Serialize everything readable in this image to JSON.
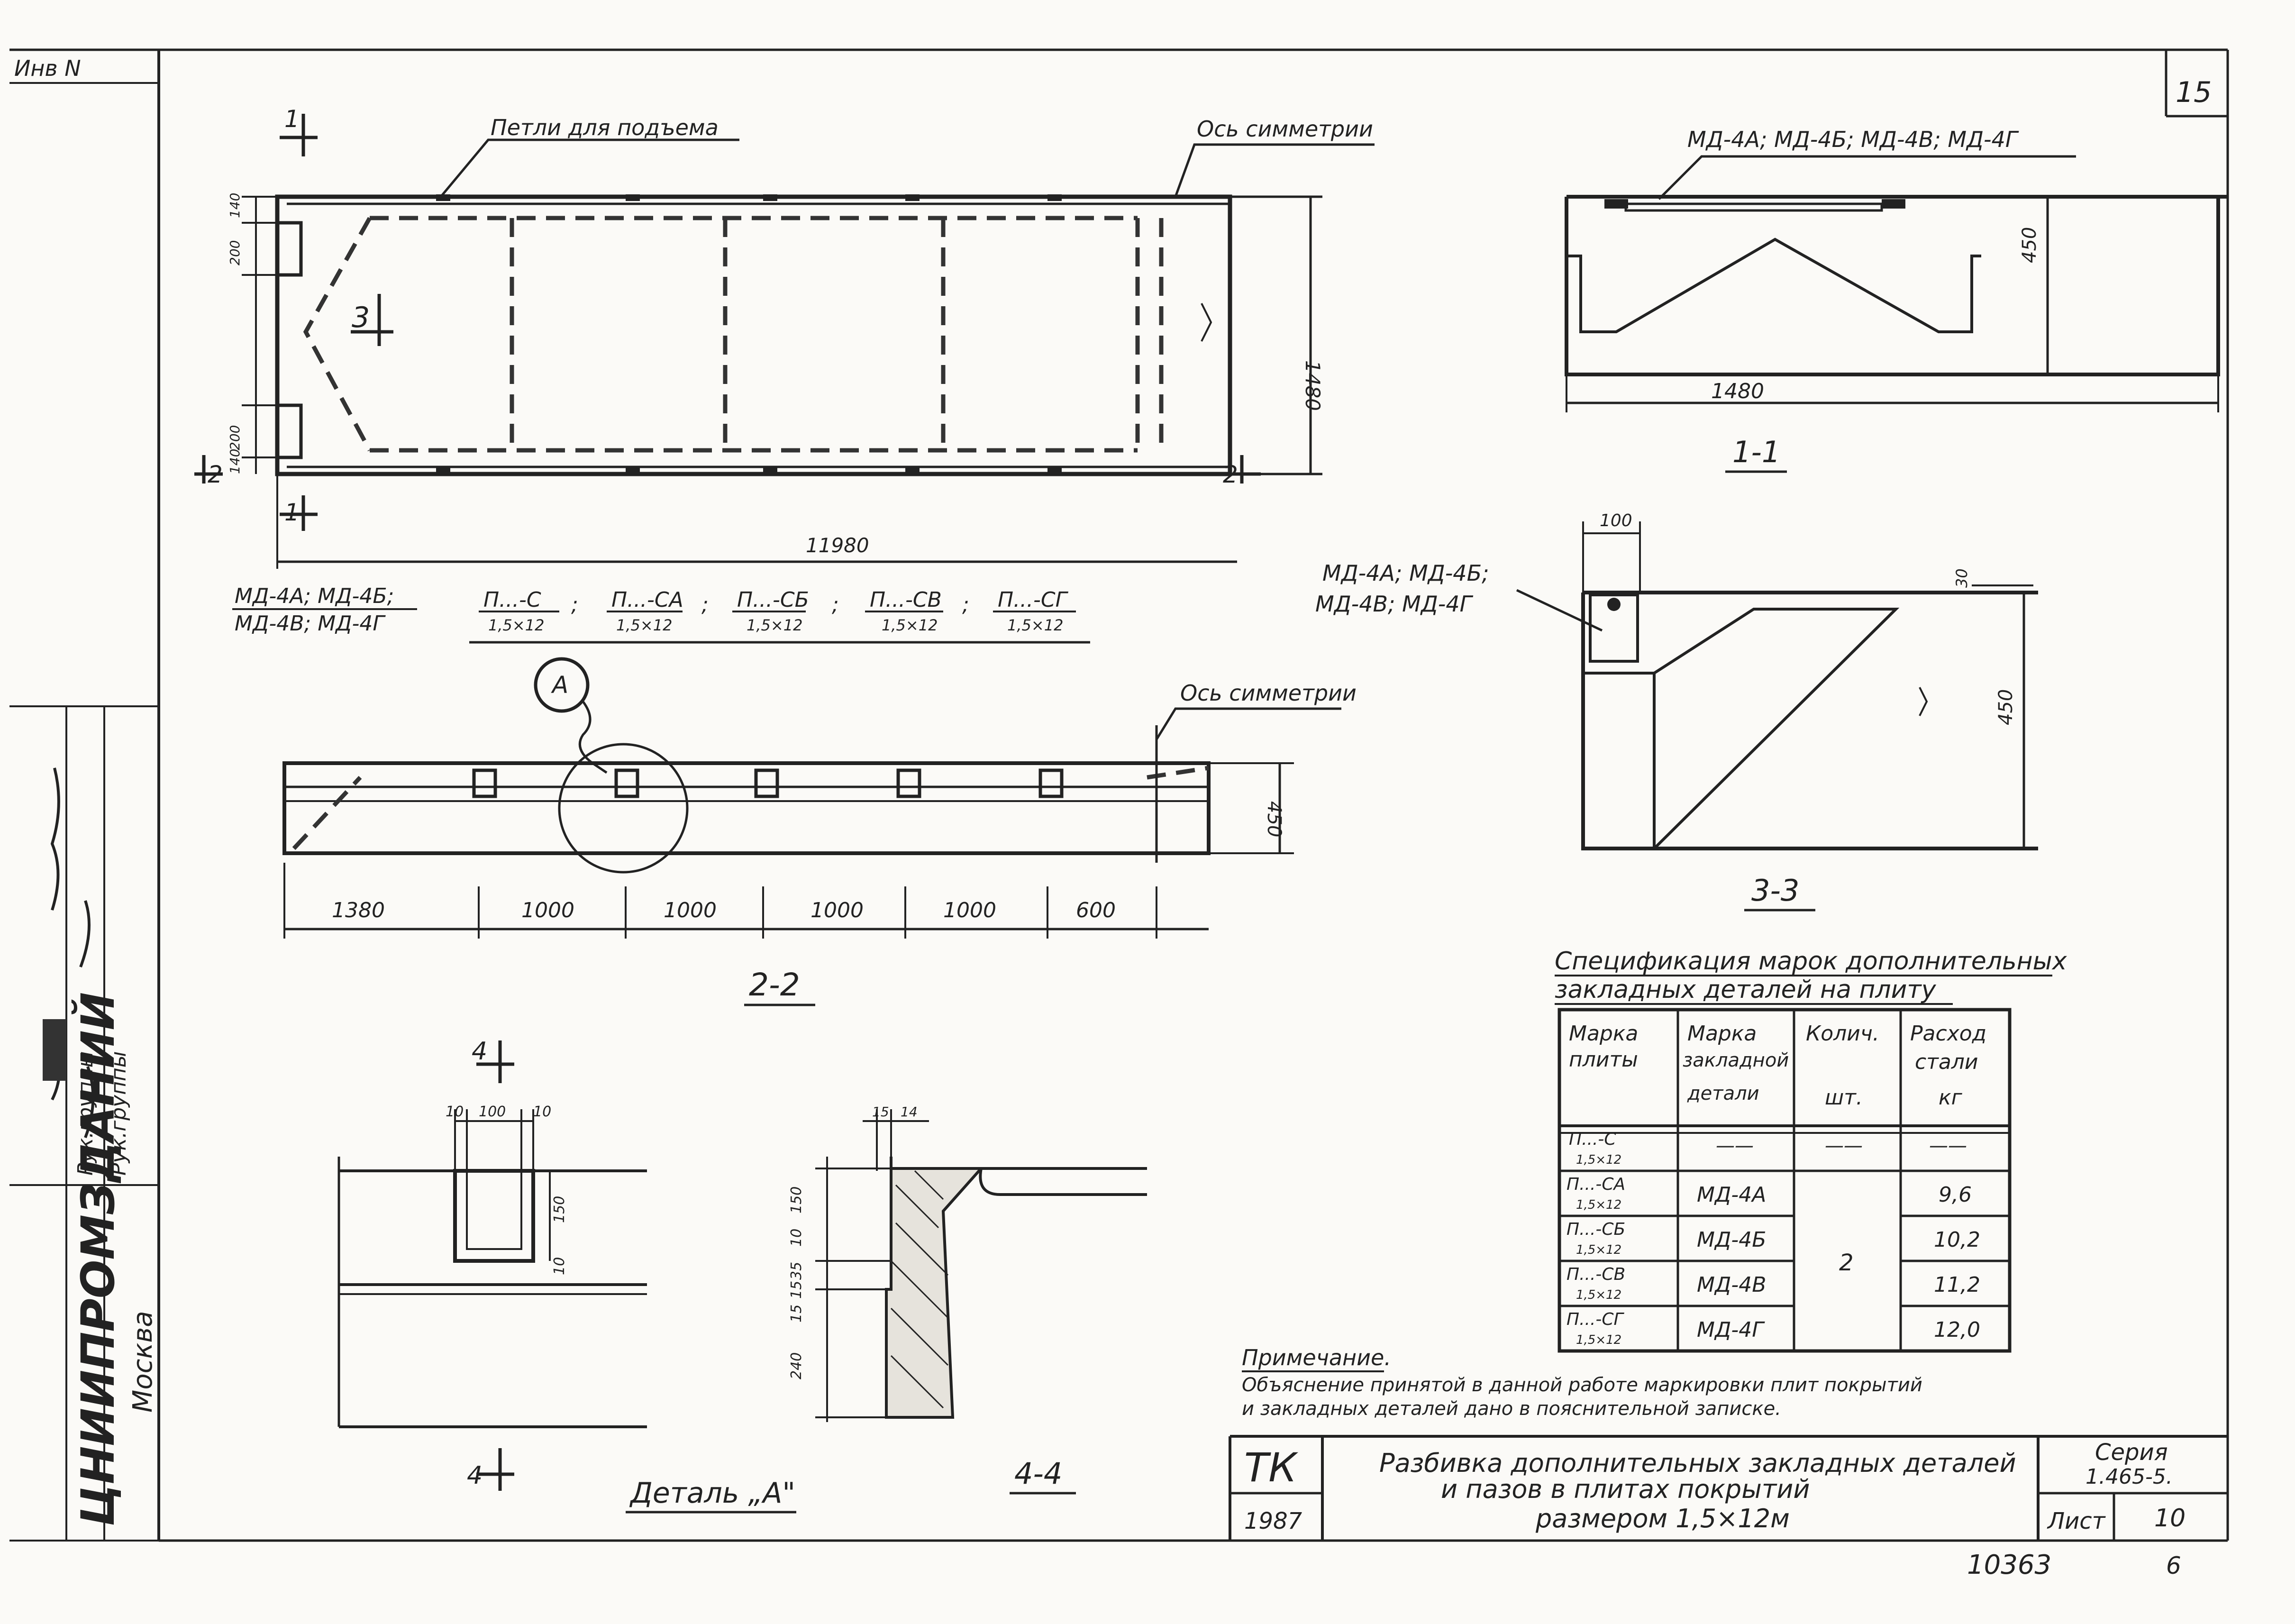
{
  "corner": {
    "inv_label": "Инв N",
    "page_number": "15"
  },
  "plan": {
    "section_marker_1": "1",
    "section_marker_2": "2",
    "section_marker_3": "3",
    "lifting_loops_label": "Петли для подъема",
    "symmetry_axis_label": "Ось симметрии",
    "dim_length": "11980",
    "dim_width": "1480",
    "dim_left": [
      "140",
      "200",
      "200",
      "140"
    ]
  },
  "marks_left": [
    "МД-4А; МД-4Б;",
    "МД-4В; МД-4Г"
  ],
  "plate_marks": [
    {
      "top": "П...-С",
      "bottom": "1,5×12"
    },
    {
      "top": "П...-СА",
      "bottom": "1,5×12"
    },
    {
      "top": "П...-СБ",
      "bottom": "1,5×12"
    },
    {
      "top": "П...-СВ",
      "bottom": "1,5×12"
    },
    {
      "top": "П...-СГ",
      "bottom": "1,5×12"
    }
  ],
  "detail_callout": "А",
  "section_2_2": {
    "title": "2-2",
    "symmetry_axis_label": "Ось симметрии",
    "height_dim": "450",
    "dims": [
      "1380",
      "1000",
      "1000",
      "1000",
      "1000",
      "600"
    ]
  },
  "section_1_1": {
    "title": "1-1",
    "marks": "МД-4А; МД-4Б; МД-4В; МД-4Г",
    "width_dim": "1480",
    "height_dim": "450"
  },
  "section_3_3": {
    "title": "3-3",
    "marks": [
      "МД-4А; МД-4Б;",
      "МД-4В; МД-4Г"
    ],
    "top_dim": "100",
    "small_dim": "30",
    "height_dim": "450"
  },
  "spec": {
    "title_line1": "Спецификация марок дополнительных",
    "title_line2": "закладных деталей на плиту",
    "headers": [
      [
        "Марка",
        "плиты"
      ],
      [
        "Марка",
        "закладной",
        "детали"
      ],
      [
        "Колич.",
        "шт."
      ],
      [
        "Расход",
        "стали",
        "кг"
      ]
    ],
    "rows": [
      {
        "plate_top": "П...-С",
        "plate_bottom": "1,5×12",
        "part": "——",
        "qty": "——",
        "steel": "——"
      },
      {
        "plate_top": "П...-СА",
        "plate_bottom": "1,5×12",
        "part": "МД-4А",
        "qty": "",
        "steel": "9,6"
      },
      {
        "plate_top": "П...-СБ",
        "plate_bottom": "1,5×12",
        "part": "МД-4Б",
        "qty": "2",
        "steel": "10,2"
      },
      {
        "plate_top": "П...-СВ",
        "plate_bottom": "1,5×12",
        "part": "МД-4В",
        "qty": "",
        "steel": "11,2"
      },
      {
        "plate_top": "П...-СГ",
        "plate_bottom": "1,5×12",
        "part": "МД-4Г",
        "qty": "",
        "steel": "12,0"
      }
    ]
  },
  "detail_a": {
    "title": "Деталь „А\"",
    "section_marker": "4",
    "dims_top": [
      "10",
      "100",
      "10"
    ],
    "dim_150": "150",
    "dim_10": "10"
  },
  "section_4_4": {
    "title": "4-4",
    "dims_top": [
      "15",
      "14"
    ],
    "dims_left": [
      "150",
      "10",
      "35",
      "15",
      "15",
      "240"
    ]
  },
  "note": {
    "heading": "Примечание.",
    "line1": "Объяснение принятой в данной работе маркировки плит покрытий",
    "line2": "и закладных деталей дано в пояснительной записке."
  },
  "title_block": {
    "code": "ТК",
    "year": "1987",
    "title_line1": "Разбивка дополнительных закладных деталей",
    "title_line2": "и пазов в плитах покрытий",
    "title_line3": "размером 1,5×12м",
    "series_label": "Серия",
    "series_value": "1.465-5.",
    "sheet_label": "Лист",
    "sheet_value": "10"
  },
  "sidebar": {
    "org": "ЦНИИПРОМЗДАНИЙ",
    "city": "Москва",
    "role1": "Рук.группы",
    "role2": "Рук.группы"
  },
  "archive_number": "10363",
  "archive_suffix": "6"
}
